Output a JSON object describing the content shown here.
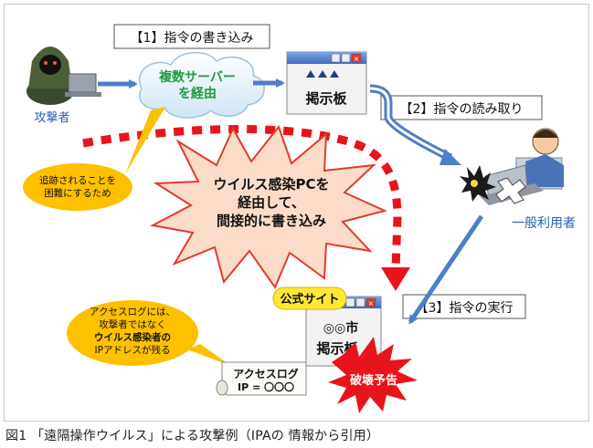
{
  "step1_label": "【1】指令の書き込み",
  "step2_label": "【2】指令の読み取り",
  "step3_label": "【3】指令の実行",
  "attacker_label": "攻撃者",
  "user_label": "一般利用者",
  "cloud_line1": "複数サーバー",
  "cloud_line2": "を経由",
  "board_title": "掲示板",
  "tracking_line1": "追跡されることを",
  "tracking_line2": "困難にするため",
  "burst_line1": "ウイルス感染PCを",
  "burst_line2": "経由して、",
  "burst_line3": "間接的に書き込み",
  "official_site_label": "公式サイト",
  "site_board_line1": "◎◎市",
  "site_board_line2": "掲示板",
  "destruction_label": "破壊予告",
  "log_callout_line1": "アクセスログには、",
  "log_callout_line2": "攻撃者ではなく",
  "log_callout_line3": "ウイルス感染者の",
  "log_callout_line4": "IPアドレスが残る",
  "access_log_title": "アクセスログ",
  "access_log_ip": "IP = 〇〇〇",
  "caption": "図1 「遠隔操作ウイルス」による攻撃例（IPAの 情報から引用）",
  "colors": {
    "arrow_blue": "#4f7fc4",
    "dotted_red": "#e8141c",
    "cloud_text": "#1d9a3e",
    "callout_yellow": "#ffc000",
    "burst_fill": "#fbdcc9",
    "burst_stroke": "#e3392a",
    "user_label": "#2a5fb0"
  }
}
